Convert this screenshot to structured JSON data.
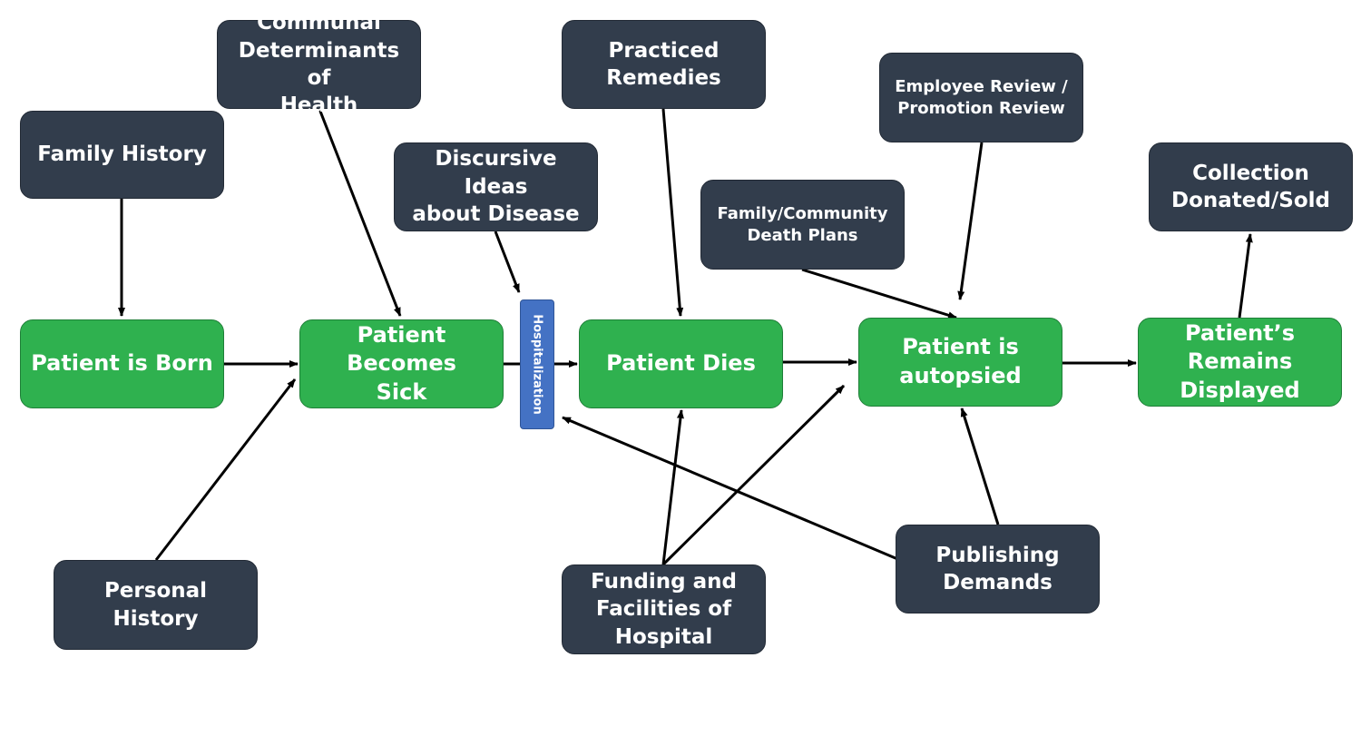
{
  "nodes": {
    "family_history": "Family History",
    "communal_determinants": "Communal\nDeterminants of\nHealth",
    "discursive_ideas": "Discursive Ideas\nabout Disease",
    "practiced_remedies": "Practiced\nRemedies",
    "employee_review": "Employee Review /\nPromotion Review",
    "collection_donated": "Collection\nDonated/Sold",
    "family_death_plans": "Family/Community\nDeath Plans",
    "patient_born": "Patient is Born",
    "patient_sick": "Patient Becomes\nSick",
    "hospitalization": "Hospitalization",
    "patient_dies": "Patient Dies",
    "patient_autopsied": "Patient is\nautopsied",
    "remains_displayed": "Patient’s\nRemains\nDisplayed",
    "personal_history": "Personal History",
    "funding_facilities": "Funding and\nFacilities of\nHospital",
    "publishing_demands": "Publishing\nDemands"
  },
  "colors": {
    "context_node": "#323d4c",
    "event_node": "#2fb14f",
    "hospitalization_node": "#4472c4",
    "arrow": "#000000"
  }
}
